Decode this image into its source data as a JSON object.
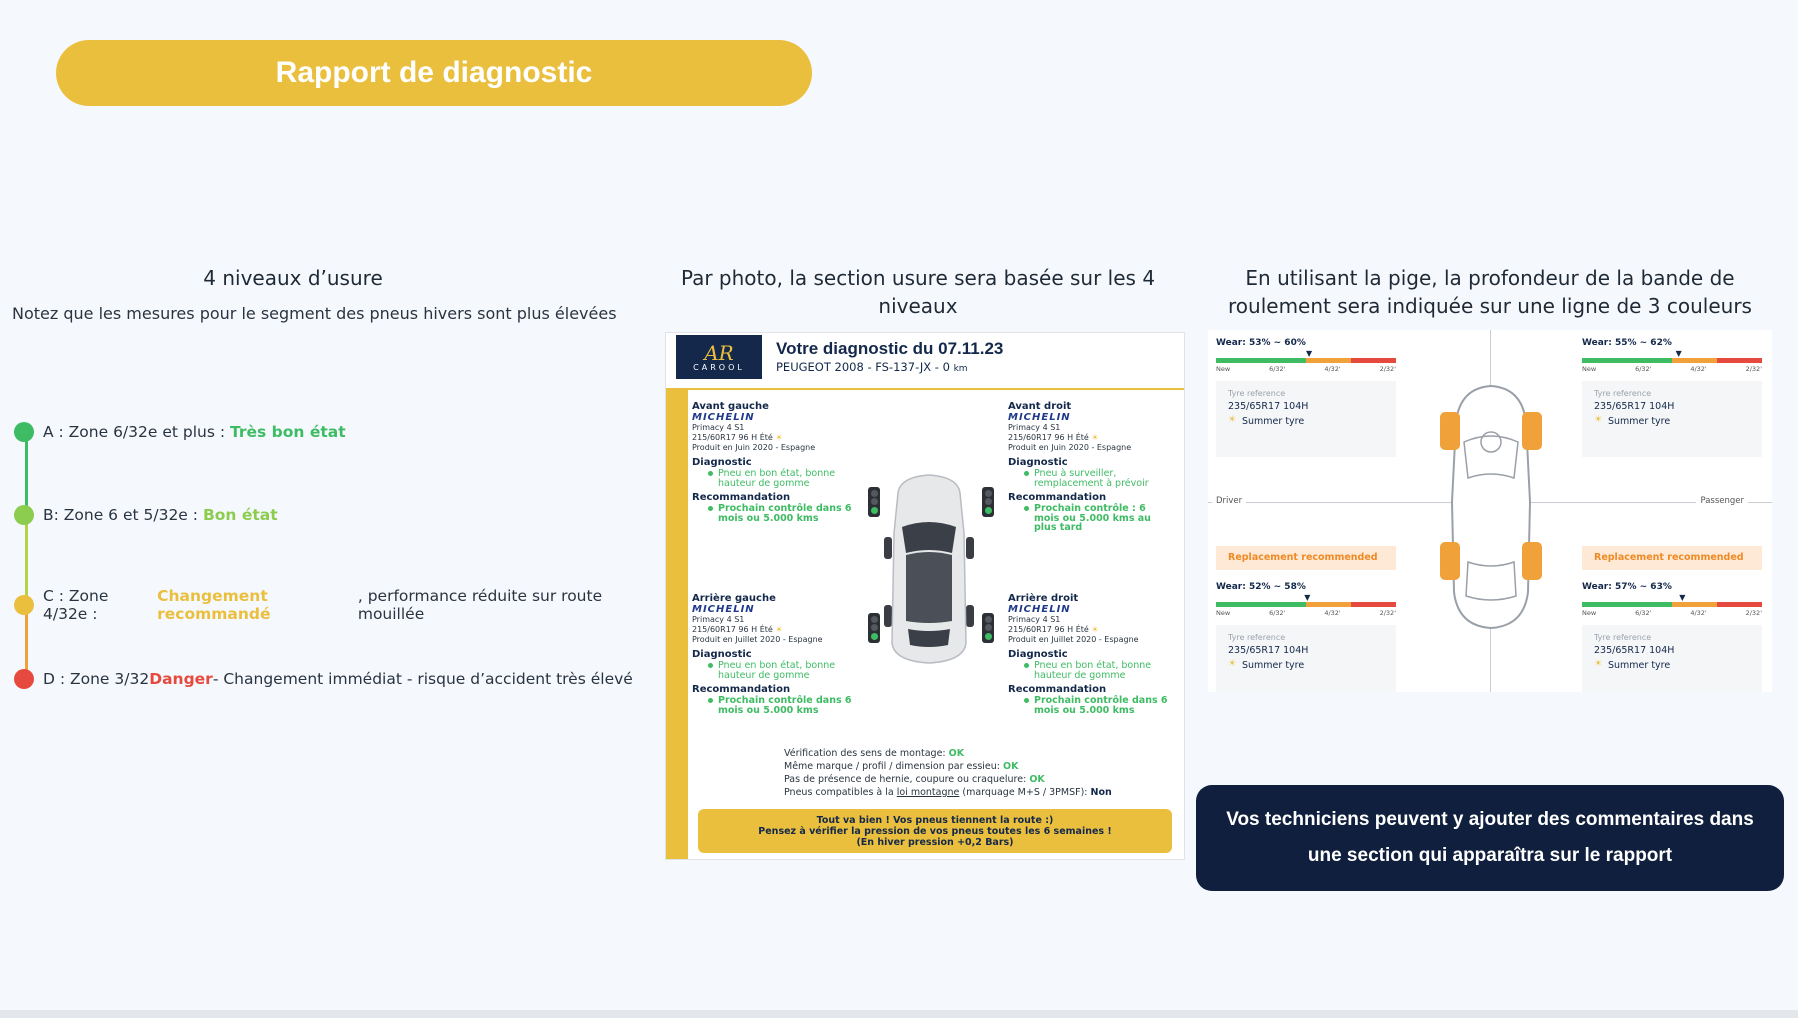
{
  "title": "Rapport de diagnostic",
  "left": {
    "heading": "4 niveaux d’usure",
    "note": "Notez que les mesures pour le segment des pneus hivers sont plus élevées",
    "levels": [
      {
        "prefix": "A : Zone 6/32e et plus : ",
        "highlight": "Très bon état",
        "suffix": "",
        "color": "#3ebc63"
      },
      {
        "prefix": "B: Zone 6 et 5/32e : ",
        "highlight": "Bon état",
        "suffix": "",
        "color": "#8ccc4f"
      },
      {
        "prefix": "C : Zone 4/32e : ",
        "highlight": "Changement recommandé",
        "suffix": ", performance réduite sur route mouillée",
        "color": "#ebbf3e"
      },
      {
        "prefix": "D : Zone 3/32 ",
        "highlight": "Danger",
        "suffix": " - Changement immédiat - risque d’accident très élevé",
        "color": "#e64a3e"
      }
    ]
  },
  "middle": {
    "heading": "Par photo, la section usure sera basée sur les 4 niveaux",
    "logo": {
      "mark": "AR",
      "word": "CAROOL"
    },
    "report_title": "Votre diagnostic du 07.11.23",
    "report_sub": "PEUGEOT 2008 - FS-137-JX - 0",
    "report_sub_unit": "km",
    "tires": [
      {
        "pos": "Avant gauche",
        "brand": "MICHELIN",
        "model": "Primacy 4 S1",
        "size": "215/60R17 96 H Été",
        "prod": "Produit en Juin 2020 - Espagne",
        "diag_label": "Diagnostic",
        "diag": "Pneu en bon état, bonne hauteur de gomme",
        "reco_label": "Recommandation",
        "reco": "Prochain contrôle dans 6 mois ou 5.000 kms"
      },
      {
        "pos": "Avant droit",
        "brand": "MICHELIN",
        "model": "Primacy 4 S1",
        "size": "215/60R17 96 H Été",
        "prod": "Produit en Juin 2020 - Espagne",
        "diag_label": "Diagnostic",
        "diag": "Pneu à surveiller, remplacement à prévoir",
        "reco_label": "Recommandation",
        "reco": "Prochain contrôle : 6 mois ou 5.000 kms au plus tard"
      },
      {
        "pos": "Arrière gauche",
        "brand": "MICHELIN",
        "model": "Primacy 4 S1",
        "size": "215/60R17 96 H Été",
        "prod": "Produit en Juillet 2020 - Espagne",
        "diag_label": "Diagnostic",
        "diag": "Pneu en bon état, bonne hauteur de gomme",
        "reco_label": "Recommandation",
        "reco": "Prochain contrôle dans 6 mois ou 5.000 kms"
      },
      {
        "pos": "Arrière droit",
        "brand": "MICHELIN",
        "model": "Primacy 4 S1",
        "size": "215/60R17 96 H Été",
        "prod": "Produit en Juillet 2020 - Espagne",
        "diag_label": "Diagnostic",
        "diag": "Pneu en bon état, bonne hauteur de gomme",
        "reco_label": "Recommandation",
        "reco": "Prochain contrôle dans 6 mois ou 5.000 kms"
      }
    ],
    "checks": [
      {
        "label": "Vérification des sens de montage: ",
        "value": "OK"
      },
      {
        "label": "Même marque / profil / dimension par essieu: ",
        "value": "OK"
      },
      {
        "label": "Pas de présence de hernie, coupure ou craquelure: ",
        "value": "OK"
      },
      {
        "label": "Pneus compatibles à la ",
        "link": "loi montagne",
        "label2": " (marquage M+S / 3PMSF): ",
        "value": "Non"
      }
    ],
    "footer": [
      "Tout va bien ! Vos pneus tiennent la route :)",
      "Pensez à vérifier la pression de vos pneus toutes les 6 semaines !",
      "(En hiver pression +0,2 Bars)"
    ]
  },
  "right": {
    "heading_line1": "En utilisant la pige, la profondeur de la bande de",
    "heading_line2": "roulement sera indiquée sur une ligne de 3 couleurs",
    "driver": "Driver",
    "passenger": "Passenger",
    "replacement": "Replacement recommended",
    "ticks": [
      "New",
      "6/32'",
      "4/32'",
      "2/32'"
    ],
    "ref_label": "Tyre reference",
    "ref_value": "235/65R17 104H",
    "summer": "Summer tyre",
    "wheels": [
      {
        "wear": "Wear: 53% ~ 60%",
        "level": 0.53
      },
      {
        "wear": "Wear: 55% ~ 62%",
        "level": 0.55
      },
      {
        "wear": "Wear: 52% ~ 58%",
        "level": 0.52
      },
      {
        "wear": "Wear: 57% ~ 63%",
        "level": 0.57
      }
    ],
    "callout": "Vos techniciens peuvent y ajouter des commentaires dans une section qui apparaîtra sur le rapport"
  },
  "colors": {
    "accent": "#ebbf3e",
    "navy": "#0f1f3d",
    "green": "#3ebc63",
    "orange": "#f08a24",
    "red": "#e64a3e"
  }
}
